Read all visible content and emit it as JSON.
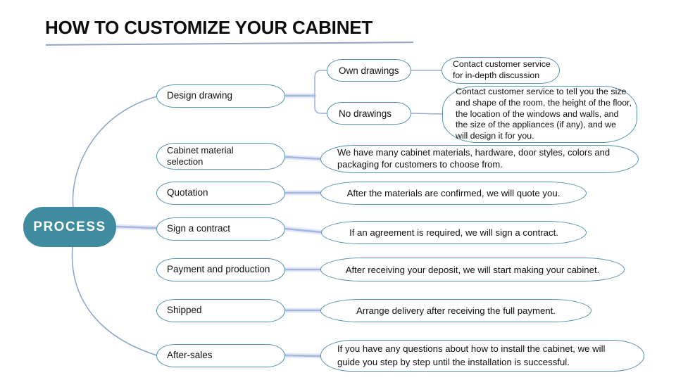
{
  "title": "HOW TO CUSTOMIZE YOUR CABINET",
  "root": {
    "label": "PROCESS"
  },
  "colors": {
    "root_fill": "#3e8c9e",
    "node_border": "#5093ab",
    "connector_arc": "#8ca3cf",
    "connector_thick": "#a6b6dc",
    "title_underline": "#93a3c2"
  },
  "branches": [
    {
      "label": "Design drawing"
    },
    {
      "label": "Cabinet material\nselection"
    },
    {
      "label": "Quotation"
    },
    {
      "label": "Sign a contract"
    },
    {
      "label": "Payment and production"
    },
    {
      "label": "Shipped"
    },
    {
      "label": "After-sales"
    }
  ],
  "design_options": [
    {
      "label": "Own drawings",
      "detail": "Contact customer service\nfor in-depth discussion"
    },
    {
      "label": "No drawings",
      "detail": "Contact customer service to tell you the size\nand shape of the room, the height of the floor,\nthe location of the windows and walls, and\nthe size of the appliances (if any), and we\nwill design it for you."
    }
  ],
  "details": [
    {
      "text": "We have many cabinet materials, hardware, door styles, colors and\npackaging for customers to choose from."
    },
    {
      "text": "After the materials are confirmed, we will quote you."
    },
    {
      "text": "If an agreement is required, we will sign a contract."
    },
    {
      "text": "After receiving your deposit, we will start making your cabinet."
    },
    {
      "text": "Arrange delivery after receiving the full payment."
    },
    {
      "text": "If you have any questions about how to install the cabinet, we will\nguide you step by step until the installation is successful."
    }
  ]
}
